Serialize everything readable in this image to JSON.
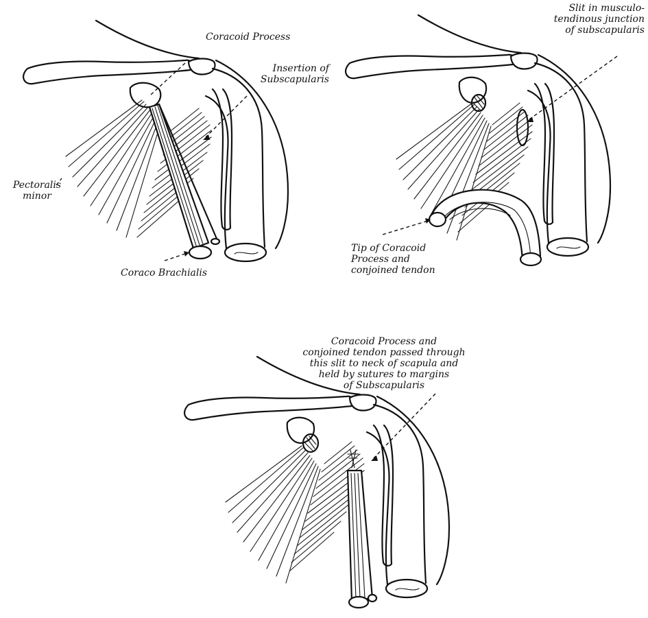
{
  "labels": {
    "coracoid_process": "Coracoid Process",
    "insertion_line1": "Insertion of",
    "insertion_line2": "Subscapularis",
    "pectoralis_line1": "Pectoralis",
    "pectoralis_line2": "minor",
    "coraco_brachialis": "Coraco Brachialis",
    "slit_line1": "Slit in musculo-",
    "slit_line2": "tendinous junction",
    "slit_line3": "of subscapularis",
    "tip_line1": "Tip of Coracoid",
    "tip_line2": "Process and",
    "tip_line3": "conjoined tendon",
    "bottom_line1": "Coracoid Process and",
    "bottom_line2": "conjoined tendon passed through",
    "bottom_line3": "this slit to neck of scapula and",
    "bottom_line4": "held by sutures to margins",
    "bottom_line5": "of Subscapularis"
  },
  "panels": [
    {
      "name": "panel-normal-anatomy"
    },
    {
      "name": "panel-coracoid-detached"
    },
    {
      "name": "panel-coracoid-transferred"
    }
  ]
}
